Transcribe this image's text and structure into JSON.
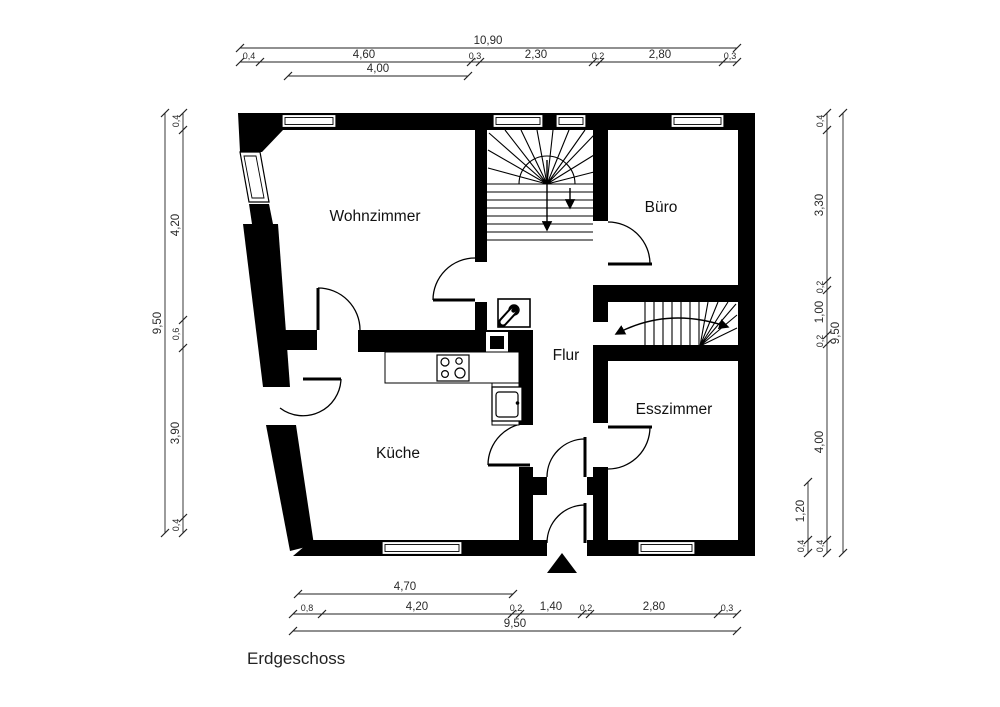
{
  "title": "Erdgeschoss",
  "rooms": {
    "wohnzimmer": "Wohnzimmer",
    "buero": "Büro",
    "flur": "Flur",
    "kueche": "Küche",
    "esszimmer": "Esszimmer"
  },
  "dimensions": {
    "top": {
      "overall": "10,90",
      "sub": "4,00",
      "chain": [
        "0,4",
        "4,60",
        "0,3",
        "2,30",
        "0,2",
        "2,80",
        "0,3"
      ]
    },
    "bottom": {
      "overall": "9,50",
      "sub": "4,70",
      "chain": [
        "0,8",
        "4,20",
        "0,2",
        "1,40",
        "0,2",
        "2,80",
        "0,3"
      ]
    },
    "left": {
      "overall": "9,50",
      "chain": [
        "0,4",
        "4,20",
        "0,6",
        "3,90",
        "0,4"
      ]
    },
    "right": {
      "overall": "9,50",
      "chain": [
        "0,4",
        "3,30",
        "0,2",
        "1,00",
        "0,2",
        "4,00",
        "0,4"
      ],
      "sub": [
        "1,20",
        "0,4"
      ]
    }
  },
  "symbols": {
    "stairs_up": "main-staircase",
    "stairs_down": "basement-staircase",
    "stove": "stove-4-burners",
    "sink": "kitchen-sink",
    "boiler": "water-heater",
    "chimney": "chimney",
    "entrance": "entrance-arrow"
  },
  "colors": {
    "wall": "#000000",
    "line": "#1a1a1a",
    "dim": "#2a2a2a",
    "background": "#ffffff"
  }
}
